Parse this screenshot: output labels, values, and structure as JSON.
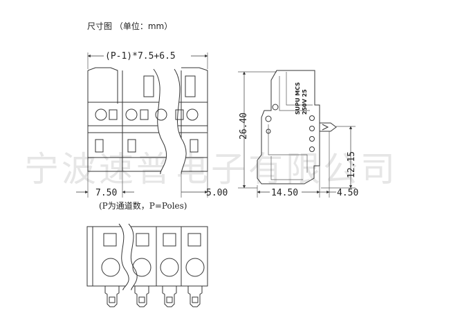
{
  "title": "尺寸图 （单位：mm）",
  "watermark": "宁波速普电子有限公司",
  "front_view": {
    "top_dim": "(P-1)*7.5+6.5",
    "pitch_dim": "7.50",
    "end_dim": "5.00",
    "pole_note": "(P为通道数，P=Poles)"
  },
  "side_view": {
    "height_dim": "26.40",
    "pin_dim": "12.15",
    "depth_dim": "14.50",
    "offset_dim": "4.50",
    "brand_line1": "SUPU MCS",
    "brand_line2": "250V  25"
  }
}
